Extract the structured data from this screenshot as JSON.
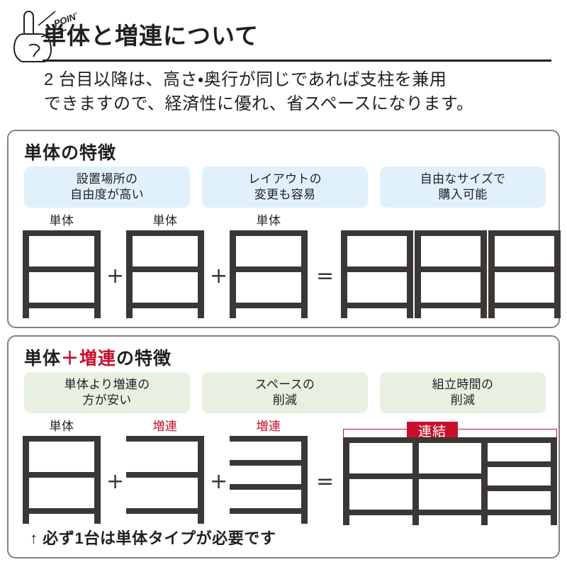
{
  "header": {
    "point_label": "POINT",
    "point_icon": "pointing-hand-icon",
    "title": "単体と増連について",
    "subtitle_line1": "2 台目以降は、高さ・奥行が同じであれば支柱を兼用",
    "subtitle_line2": "できますので、経済性に優れ、省スペースになります。"
  },
  "colors": {
    "accent_red": "#c8102e",
    "rack_gray": "#3b3735",
    "badge_blue": "#e1f1fb",
    "badge_green": "#e8f0e2",
    "panel_border": "#808285",
    "text": "#231f20"
  },
  "panels": [
    {
      "id": "single",
      "title_parts": [
        {
          "text": "単体の特徴",
          "accent": false
        }
      ],
      "title_plain": "単体の特徴",
      "badge_style": "blue",
      "badges": [
        {
          "line1": "設置場所の",
          "line2": "自由度が高い"
        },
        {
          "line1": "レイアウトの",
          "line2": "変更も容易"
        },
        {
          "line1": "自由なサイズで",
          "line2": "購入可能"
        }
      ],
      "equation": {
        "operators": [
          "+",
          "+",
          "="
        ],
        "terms": [
          {
            "label": "単体",
            "label_color": "dark",
            "shelves": 3,
            "posts": "both"
          },
          {
            "label": "単体",
            "label_color": "dark",
            "shelves": 3,
            "posts": "both"
          },
          {
            "label": "単体",
            "label_color": "dark",
            "shelves": 3,
            "posts": "both"
          }
        ],
        "result": {
          "sections": [
            {
              "shelves": 3,
              "posts": "both"
            },
            {
              "shelves": 3,
              "posts": "both"
            },
            {
              "shelves": 3,
              "posts": "both"
            }
          ],
          "connected": false
        }
      }
    },
    {
      "id": "addon",
      "title_parts": [
        {
          "text": "単体",
          "accent": false
        },
        {
          "text": "＋増連",
          "accent": true
        },
        {
          "text": "の特徴",
          "accent": false
        }
      ],
      "title_plain": "単体＋増連の特徴",
      "badge_style": "green",
      "badges": [
        {
          "line1": "単体より増連の",
          "line2": "方が安い"
        },
        {
          "line1": "スペースの",
          "line2": "削減"
        },
        {
          "line1": "組立時間の",
          "line2": "削減"
        }
      ],
      "equation": {
        "operators": [
          "+",
          "+",
          "="
        ],
        "terms": [
          {
            "label": "単体",
            "label_color": "dark",
            "shelves": 3,
            "posts": "both"
          },
          {
            "label": "増連",
            "label_color": "red",
            "shelves": 3,
            "posts": "right"
          },
          {
            "label": "増連",
            "label_color": "red",
            "shelves": 4,
            "posts": "right"
          }
        ],
        "result": {
          "sections": [
            {
              "shelves": 3,
              "posts": "shared"
            },
            {
              "shelves": 3,
              "posts": "shared"
            },
            {
              "shelves": 4,
              "posts": "shared"
            }
          ],
          "connected": true,
          "link_tag": "連結"
        }
      },
      "footnote": "↑ 必ず1台は単体タイプが必要です"
    }
  ]
}
